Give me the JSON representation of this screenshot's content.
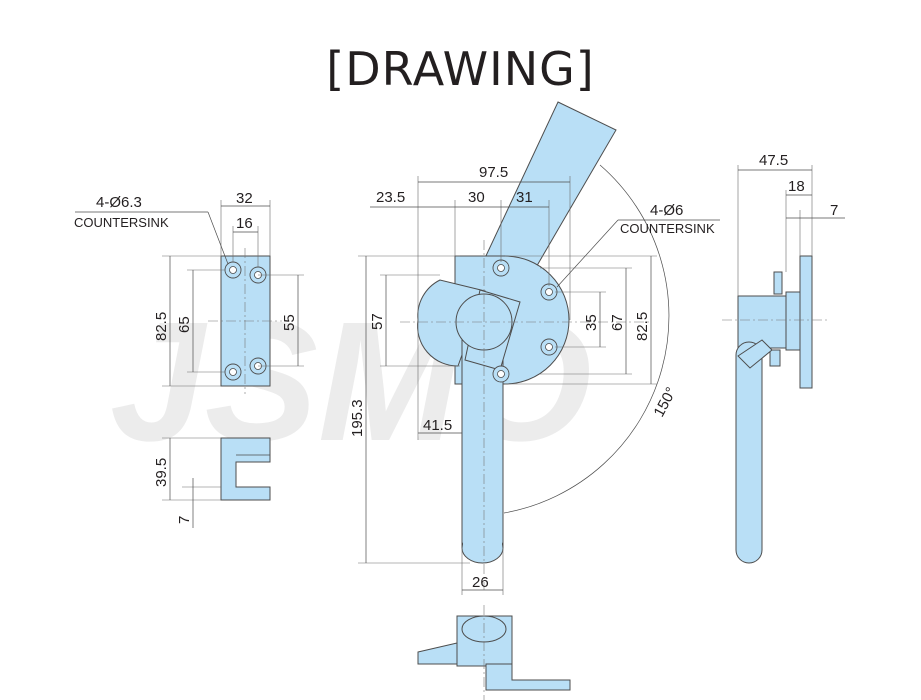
{
  "title": "[DRAWING]",
  "watermark": "JSMO",
  "colors": {
    "part_fill": "#b9dff6",
    "line": "#4d4d4d",
    "text": "#231f20",
    "watermark": "#ececec"
  },
  "notes": {
    "left_holes": "4-Ø6.3",
    "left_countersink": "COUNTERSINK",
    "center_holes": "4-Ø6",
    "center_countersink": "COUNTERSINK"
  },
  "dims": {
    "left_width": "32",
    "left_hole_spacing": "16",
    "left_height": "82.5",
    "left_inner": "65",
    "left_hole_pitch": "55",
    "left_side_height": "39.5",
    "left_side_thickness": "7",
    "overall_width": "97.5",
    "offset_a": "23.5",
    "offset_b": "30",
    "offset_c": "31",
    "body_height": "57",
    "hole_pitch_v": "35",
    "body_height_b": "67",
    "body_height_c": "82.5",
    "overall_height": "195.3",
    "handle_offset": "41.5",
    "handle_dia": "26",
    "rotation": "150°",
    "side_depth": "47.5",
    "side_plate": "18",
    "side_thickness": "7"
  }
}
